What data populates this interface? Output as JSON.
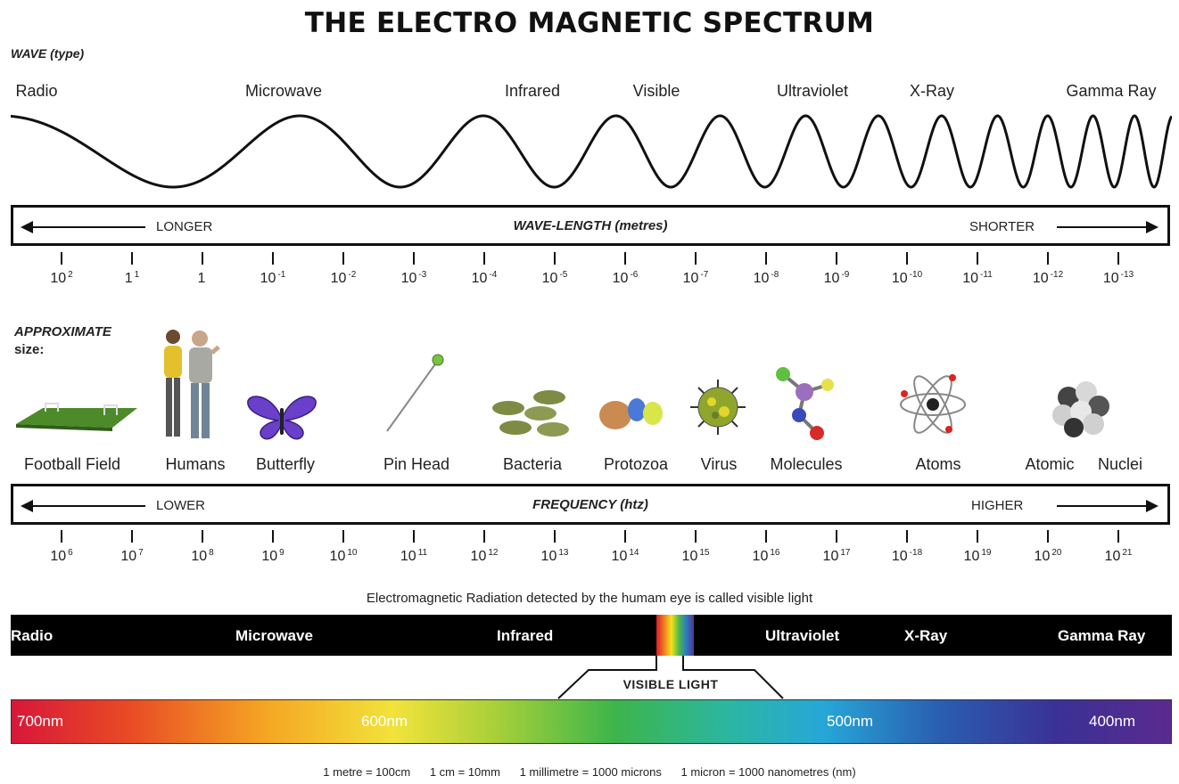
{
  "title": "THE ELECTRO MAGNETIC SPECTRUM",
  "wave_heading": "WAVE (type)",
  "wave_types": [
    {
      "label": "Radio"
    },
    {
      "label": "Microwave"
    },
    {
      "label": "Infrared"
    },
    {
      "label": "Visible"
    },
    {
      "label": "Ultraviolet"
    },
    {
      "label": "X-Ray"
    },
    {
      "label": "Gamma Ray"
    }
  ],
  "wavelength_bar": {
    "left": "LONGER",
    "center": "WAVE-LENGTH (metres)",
    "right": "SHORTER"
  },
  "wavelength_ticks": [
    {
      "base": "10",
      "exp": "2"
    },
    {
      "base": "1",
      "exp": "1"
    },
    {
      "base": "1",
      "exp": ""
    },
    {
      "base": "10",
      "exp": "-1"
    },
    {
      "base": "10",
      "exp": "-2"
    },
    {
      "base": "10",
      "exp": "-3"
    },
    {
      "base": "10",
      "exp": "-4"
    },
    {
      "base": "10",
      "exp": "-5"
    },
    {
      "base": "10",
      "exp": "-6"
    },
    {
      "base": "10",
      "exp": "-7"
    },
    {
      "base": "10",
      "exp": "-8"
    },
    {
      "base": "10",
      "exp": "-9"
    },
    {
      "base": "10",
      "exp": "-10"
    },
    {
      "base": "10",
      "exp": "-11"
    },
    {
      "base": "10",
      "exp": "-12"
    },
    {
      "base": "10",
      "exp": "-13"
    }
  ],
  "size_heading": [
    "APPROXIMATE",
    "size:"
  ],
  "objects": [
    {
      "label": "Football Field",
      "icon": "football-field-icon"
    },
    {
      "label": "Humans",
      "icon": "humans-icon"
    },
    {
      "label": "Butterfly",
      "icon": "butterfly-icon"
    },
    {
      "label": "Pin Head",
      "icon": "pin-head-icon"
    },
    {
      "label": "Bacteria",
      "icon": "bacteria-icon"
    },
    {
      "label": "Protozoa",
      "icon": "protozoa-icon"
    },
    {
      "label": "Virus",
      "icon": "virus-icon"
    },
    {
      "label": "Molecules",
      "icon": "molecules-icon"
    },
    {
      "label": "Atoms",
      "icon": "atoms-icon"
    },
    {
      "label": "Atomic",
      "icon": ""
    },
    {
      "label": "Nuclei",
      "icon": "nuclei-icon"
    }
  ],
  "frequency_bar": {
    "left": "LOWER",
    "center": "FREQUENCY (htz)",
    "right": "HIGHER"
  },
  "frequency_ticks": [
    {
      "base": "10",
      "exp": "6"
    },
    {
      "base": "10",
      "exp": "7"
    },
    {
      "base": "10",
      "exp": "8"
    },
    {
      "base": "10",
      "exp": "9"
    },
    {
      "base": "10",
      "exp": "10"
    },
    {
      "base": "10",
      "exp": "11"
    },
    {
      "base": "10",
      "exp": "12"
    },
    {
      "base": "10",
      "exp": "13"
    },
    {
      "base": "10",
      "exp": "14"
    },
    {
      "base": "10",
      "exp": "15"
    },
    {
      "base": "10",
      "exp": "16"
    },
    {
      "base": "10",
      "exp": "17"
    },
    {
      "base": "10",
      "exp": "-18"
    },
    {
      "base": "10",
      "exp": "19"
    },
    {
      "base": "10",
      "exp": "20"
    },
    {
      "base": "10",
      "exp": "21"
    }
  ],
  "visible_note": "Electromagnetic Radiation detected by the humam eye is called visible light",
  "band_labels": [
    "Radio",
    "Microwave",
    "Infrared",
    "Ultraviolet",
    "X-Ray",
    "Gamma Ray"
  ],
  "visible_light_label": "VISIBLE  LIGHT",
  "spectrum_labels": [
    "700nm",
    "600nm",
    "500nm",
    "400nm"
  ],
  "units": [
    "1 metre = 100cm",
    "1 cm = 10mm",
    "1 millimetre = 1000 microns",
    "1 micron = 1000 nanometres (nm)"
  ],
  "colors": {
    "ink": "#111111",
    "band": "#000000",
    "red": "#d8173a",
    "violet": "#5b2a8e"
  }
}
